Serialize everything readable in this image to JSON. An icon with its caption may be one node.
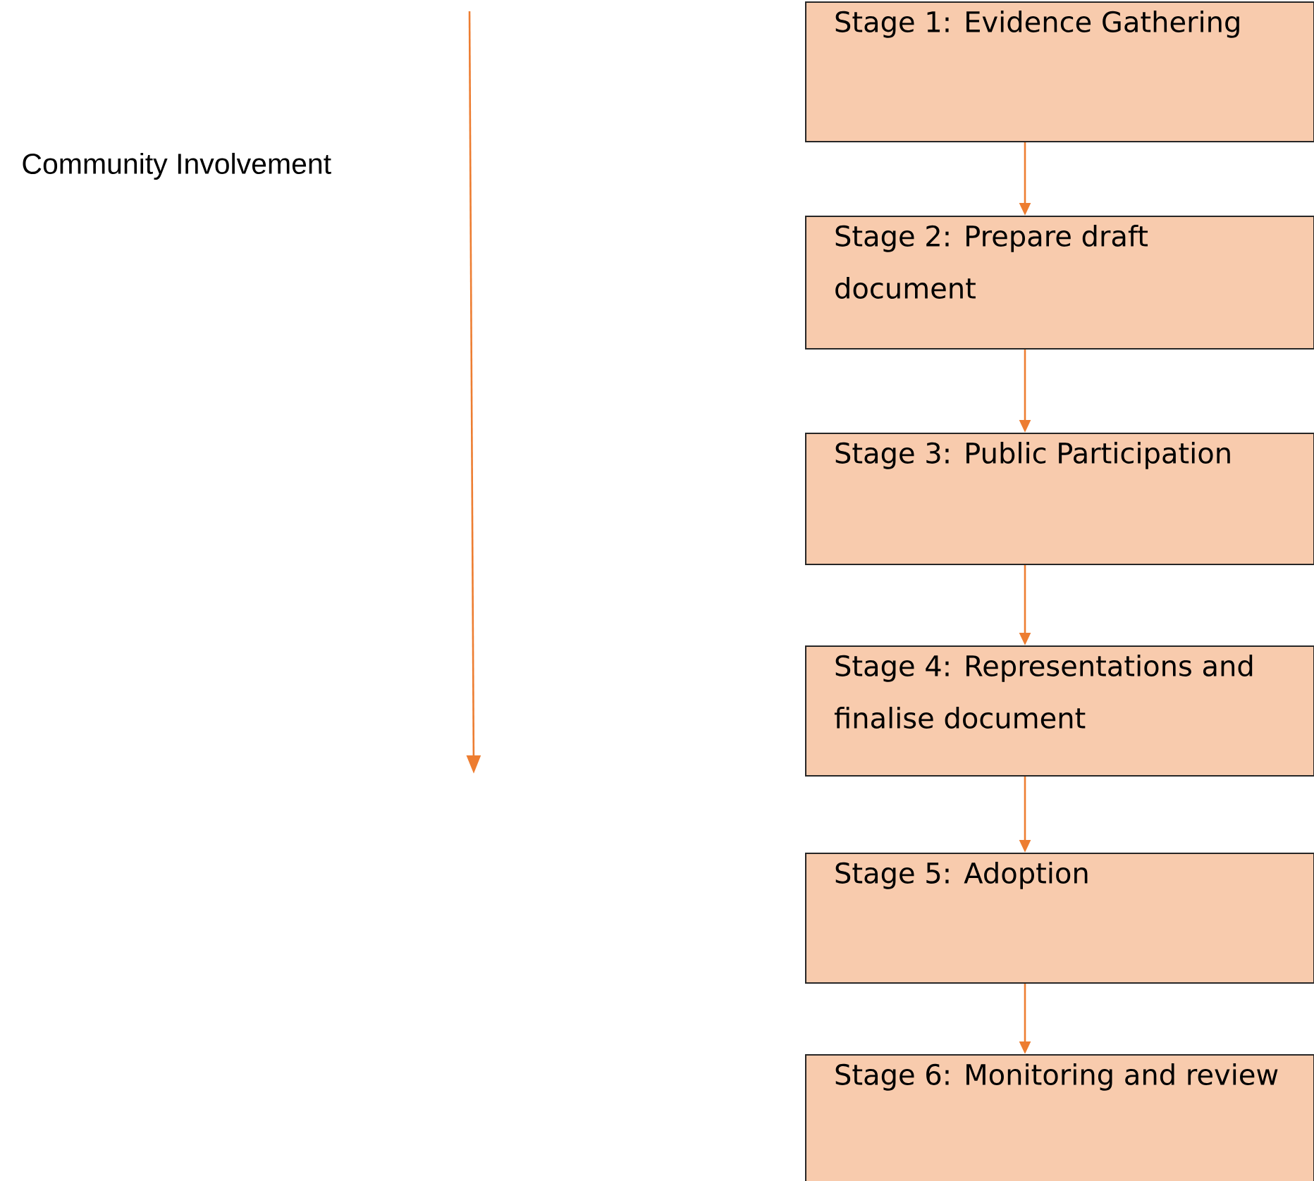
{
  "diagram": {
    "nodes": [
      {
        "text": [
          "Stage 1: Evidence Gathering"
        ]
      },
      {
        "text": [
          "Stage 2: Prepare draft document"
        ]
      },
      {
        "text": [
          "Stage 3: Public Participation"
        ]
      },
      {
        "text": [
          "Stage 4: Representations and finalise document"
        ]
      },
      {
        "text": [
          "Stage 5: Adoption"
        ]
      },
      {
        "text": [
          "Stage 6: Monitoring and review"
        ]
      }
    ],
    "edges": [
      {
        "from": 0,
        "to": 1,
        "arrow": "to"
      },
      {
        "from": 1,
        "to": 2,
        "arrow": "to"
      },
      {
        "from": 2,
        "to": 3,
        "arrow": "to"
      },
      {
        "from": 3,
        "to": 4,
        "arrow": "to"
      },
      {
        "from": 4,
        "to": 5,
        "arrow": "to"
      }
    ],
    "labels": [
      "Community Involvement"
    ]
  }
}
